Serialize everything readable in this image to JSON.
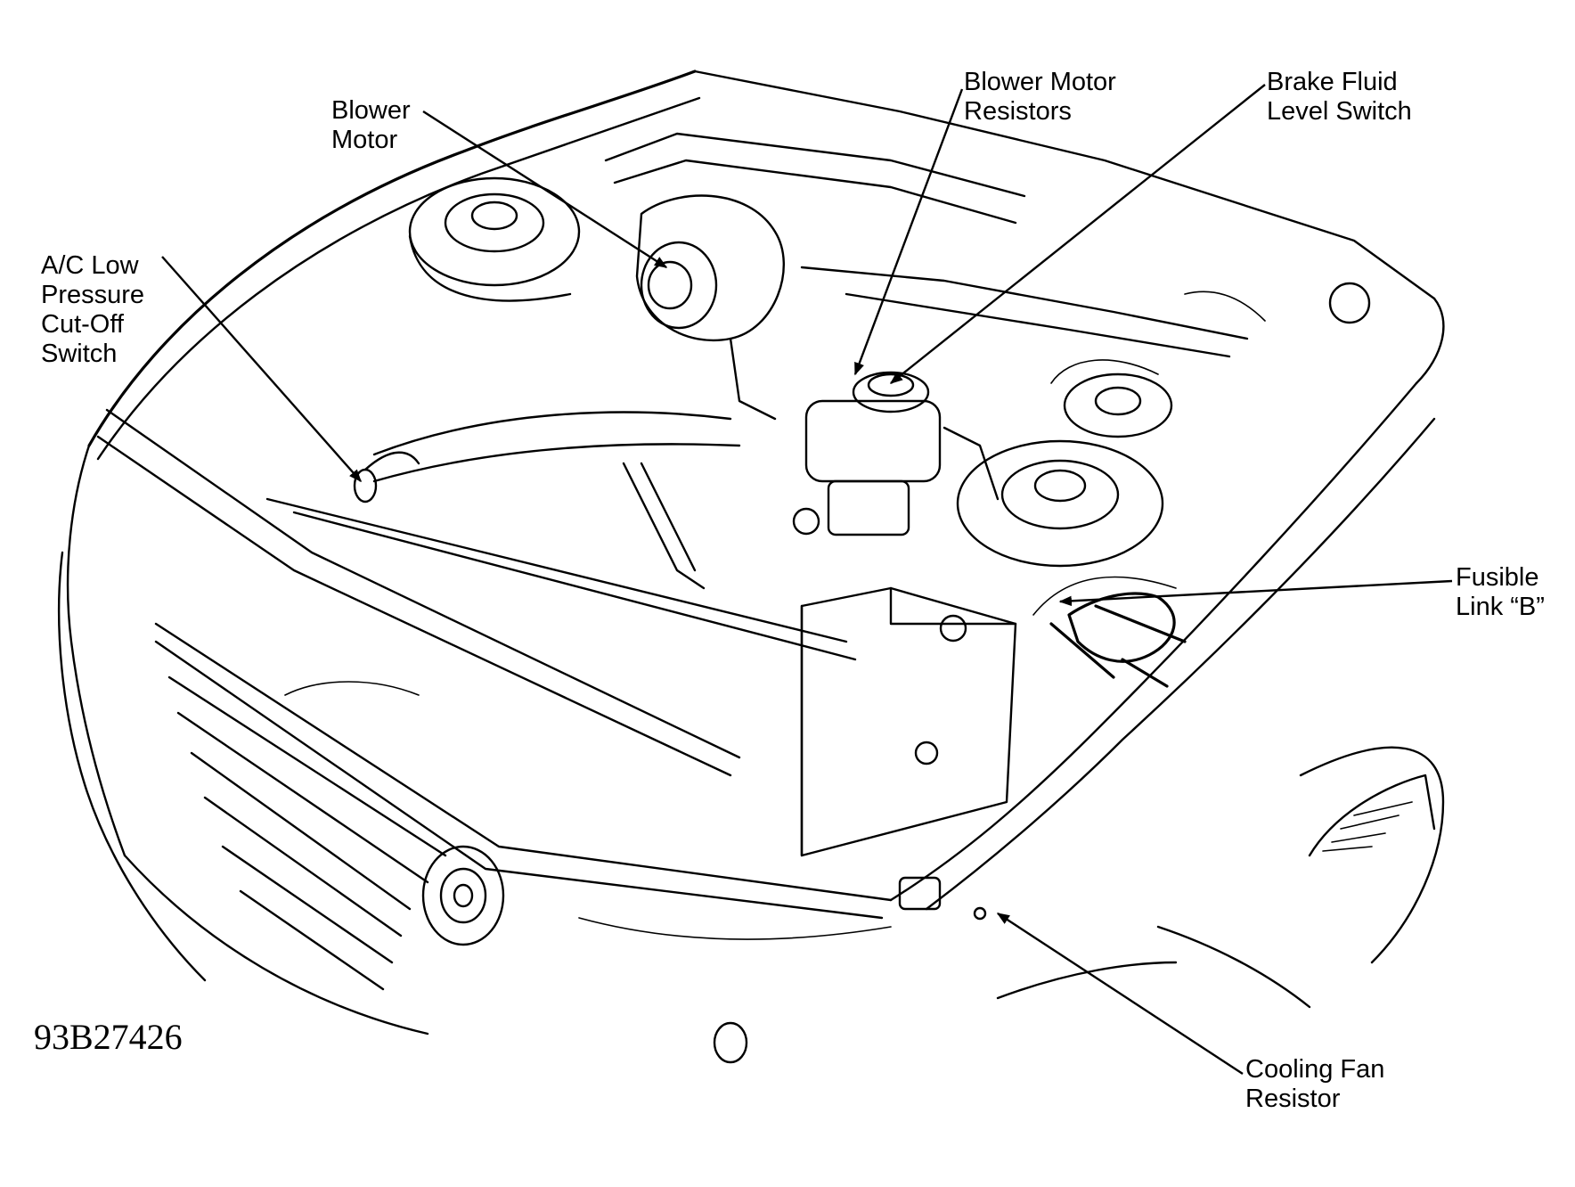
{
  "figure_id": "93B27426",
  "callouts": [
    {
      "id": "blower-motor",
      "lines": [
        "Blower",
        "Motor"
      ]
    },
    {
      "id": "blower-motor-resistors",
      "lines": [
        "Blower Motor",
        "Resistors"
      ]
    },
    {
      "id": "brake-fluid-level-switch",
      "lines": [
        "Brake Fluid",
        "Level Switch"
      ]
    },
    {
      "id": "ac-low-pressure-cut-off-switch",
      "lines": [
        "A/C Low",
        "Pressure",
        "Cut-Off",
        "Switch"
      ]
    },
    {
      "id": "fusible-link-b",
      "lines": [
        "Fusible",
        "Link “B”"
      ]
    },
    {
      "id": "cooling-fan-resistor",
      "lines": [
        "Cooling Fan",
        "Resistor"
      ]
    }
  ]
}
